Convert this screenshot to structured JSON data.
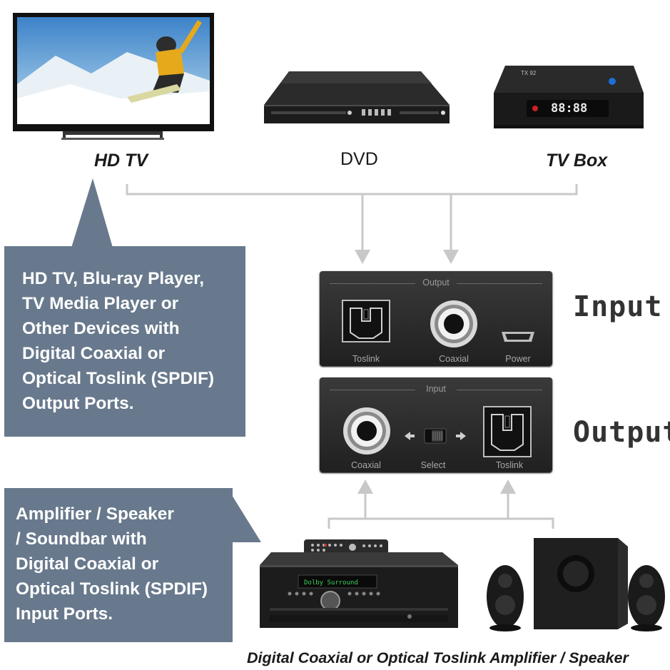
{
  "devices": {
    "hdtv_label": "HD TV",
    "dvd_label": "DVD",
    "tvbox_label": "TV Box",
    "tvbox_display": "88:88",
    "tvbox_brand": "TX 92"
  },
  "source_bubble": {
    "lines": [
      "HD TV, Blu-ray Player,",
      "TV Media Player or",
      "Other Devices with",
      "Digital Coaxial or",
      "Optical Toslink (SPDIF)",
      "Output Ports."
    ]
  },
  "sink_bubble": {
    "lines": [
      "Amplifier / Speaker",
      "/ Soundbar with",
      "Digital Coaxial or",
      "Optical Toslink (SPDIF)",
      "Input Ports."
    ]
  },
  "input_panel": {
    "title": "Output",
    "ports": [
      "Toslink",
      "Coaxial",
      "Power"
    ],
    "side_label": "Input"
  },
  "output_panel": {
    "title": "Input",
    "ports": [
      "Coaxial",
      "Select",
      "Toslink"
    ],
    "side_label": "Output"
  },
  "caption": "Digital Coaxial or Optical Toslink Amplifier / Speaker",
  "colors": {
    "bubble": "#68798d",
    "panel": "#2a2a2a",
    "connector": "#c8c8c8"
  }
}
